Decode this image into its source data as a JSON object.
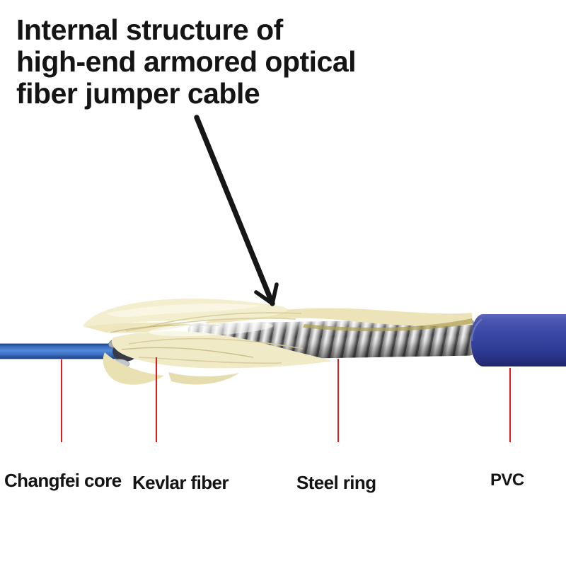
{
  "title": {
    "lines": [
      "Internal structure of",
      "high-end armored optical",
      "fiber jumper cable"
    ]
  },
  "diagram": {
    "parts": [
      {
        "name": "changfei-core",
        "label": "Changfei core",
        "color": "#3a6fc0"
      },
      {
        "name": "kevlar-fiber",
        "label": "Kevlar fiber",
        "color": "#f1ebc8"
      },
      {
        "name": "steel-ring",
        "label": "Steel ring",
        "color": "#c8c8c8"
      },
      {
        "name": "pvc-jacket",
        "label": "PVC",
        "color": "#333f9b"
      }
    ],
    "leader_line_color": "#e01b1b",
    "arrow_color": "#161616",
    "background": "#ffffff"
  }
}
